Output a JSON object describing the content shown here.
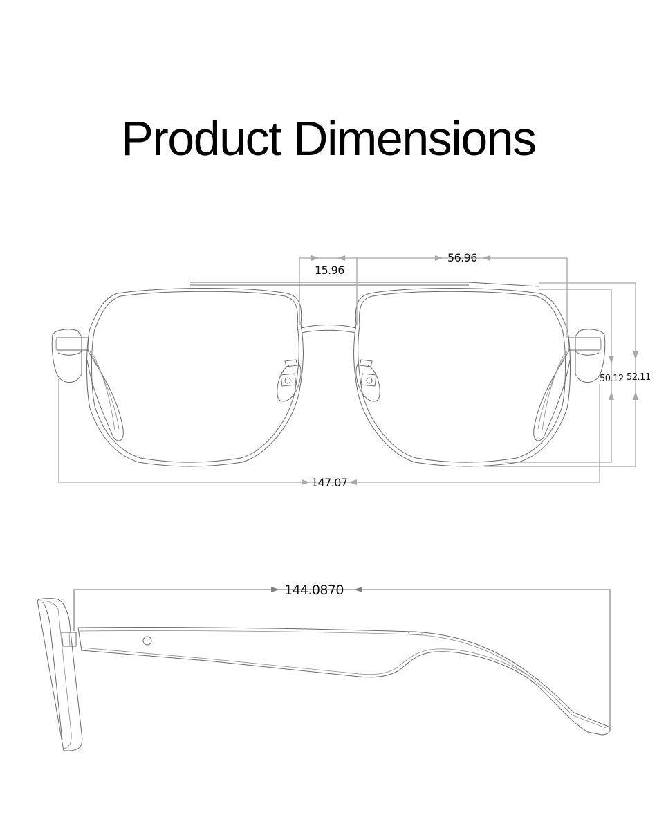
{
  "title": "Product Dimensions",
  "front_view": {
    "dimensions": {
      "bridge_width": "15.96",
      "lens_width": "56.96",
      "total_width": "147.07",
      "lens_height": "50.12",
      "frame_height": "52.11"
    }
  },
  "side_view": {
    "dimensions": {
      "temple_length": "144.0870"
    }
  },
  "colors": {
    "background": "#ffffff",
    "title": "#000000",
    "dimension_line": "#a8a8a8",
    "drawing_line": "#6a6a6a"
  }
}
